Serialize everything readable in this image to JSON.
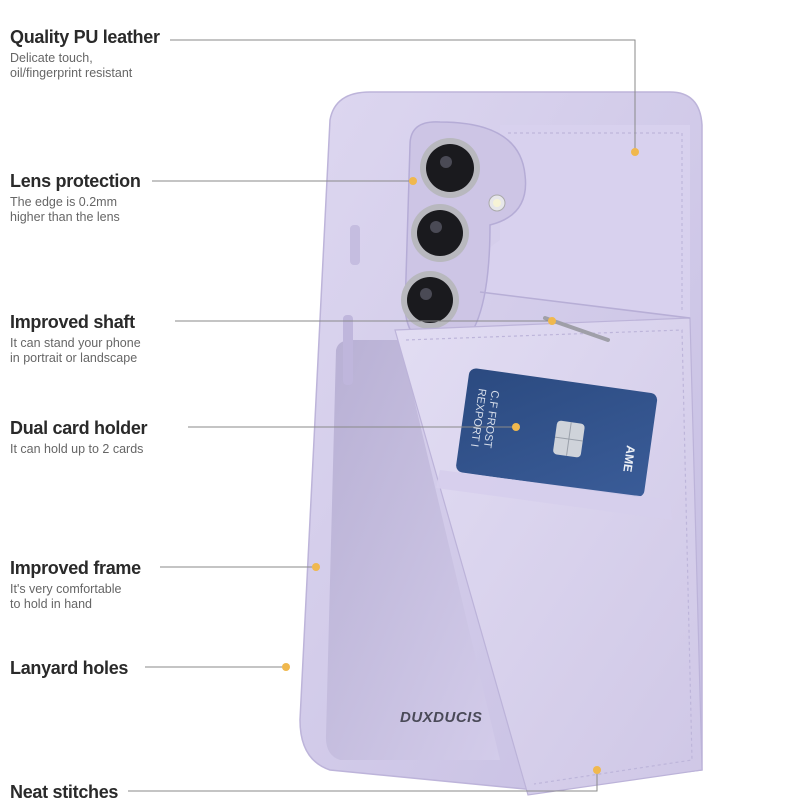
{
  "features": [
    {
      "title": "Quality PU leather",
      "desc": [
        "Delicate touch,",
        "oil/fingerprint resistant"
      ]
    },
    {
      "title": "Lens protection",
      "desc": [
        "The edge is 0.2mm",
        "higher than the lens"
      ]
    },
    {
      "title": "Improved shaft",
      "desc": [
        "It can stand your phone",
        "in portrait or landscape"
      ]
    },
    {
      "title": "Dual card holder",
      "desc": [
        "It can hold up to 2 cards"
      ]
    },
    {
      "title": "Improved frame",
      "desc": [
        "It's very comfortable",
        "to hold in hand"
      ]
    },
    {
      "title": "Lanyard holes",
      "desc": []
    },
    {
      "title": "Neat stitches",
      "desc": []
    }
  ],
  "brand_text": "DUXDUCIS",
  "card": {
    "name": "C.F FROST",
    "company": "REXPORT I",
    "issuer": "AME"
  },
  "colors": {
    "case": "#cfc8e6",
    "case_dark": "#b9b0d8",
    "marker": "#f0b84e",
    "card": "#2f4f86"
  }
}
